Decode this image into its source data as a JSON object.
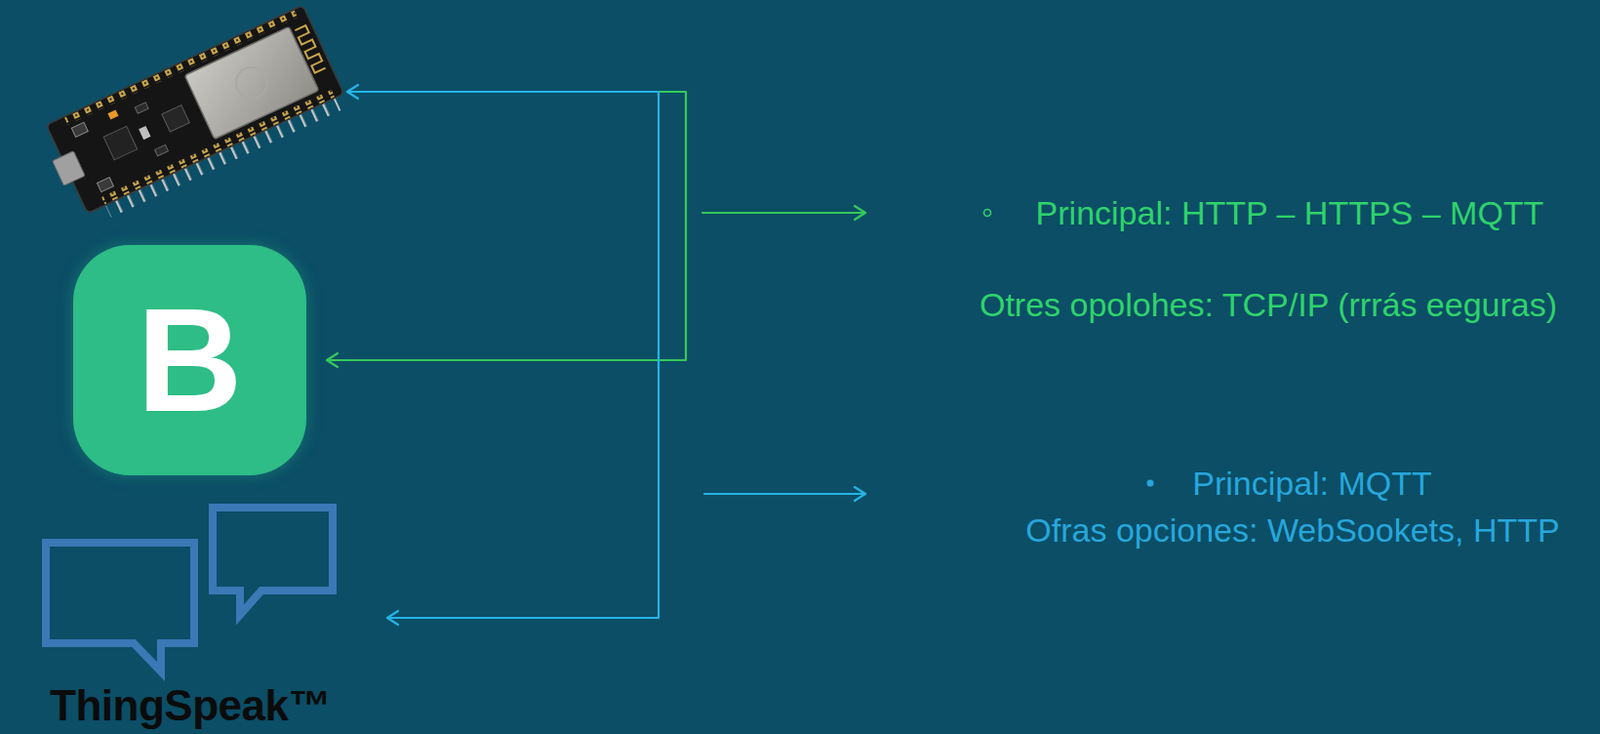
{
  "diagram": {
    "nodes": [
      {
        "text": [
          "B"
        ]
      },
      {
        "text": [
          "ThingSpeak™"
        ]
      }
    ],
    "labels": [
      "Principal: HTTP – HTTPS – MQTT",
      "Otres opolohes: TCP/IP (rrrás eeguras)",
      "Principal: MQTT",
      "Ofras opciones: WebSookets, HTTP"
    ]
  }
}
